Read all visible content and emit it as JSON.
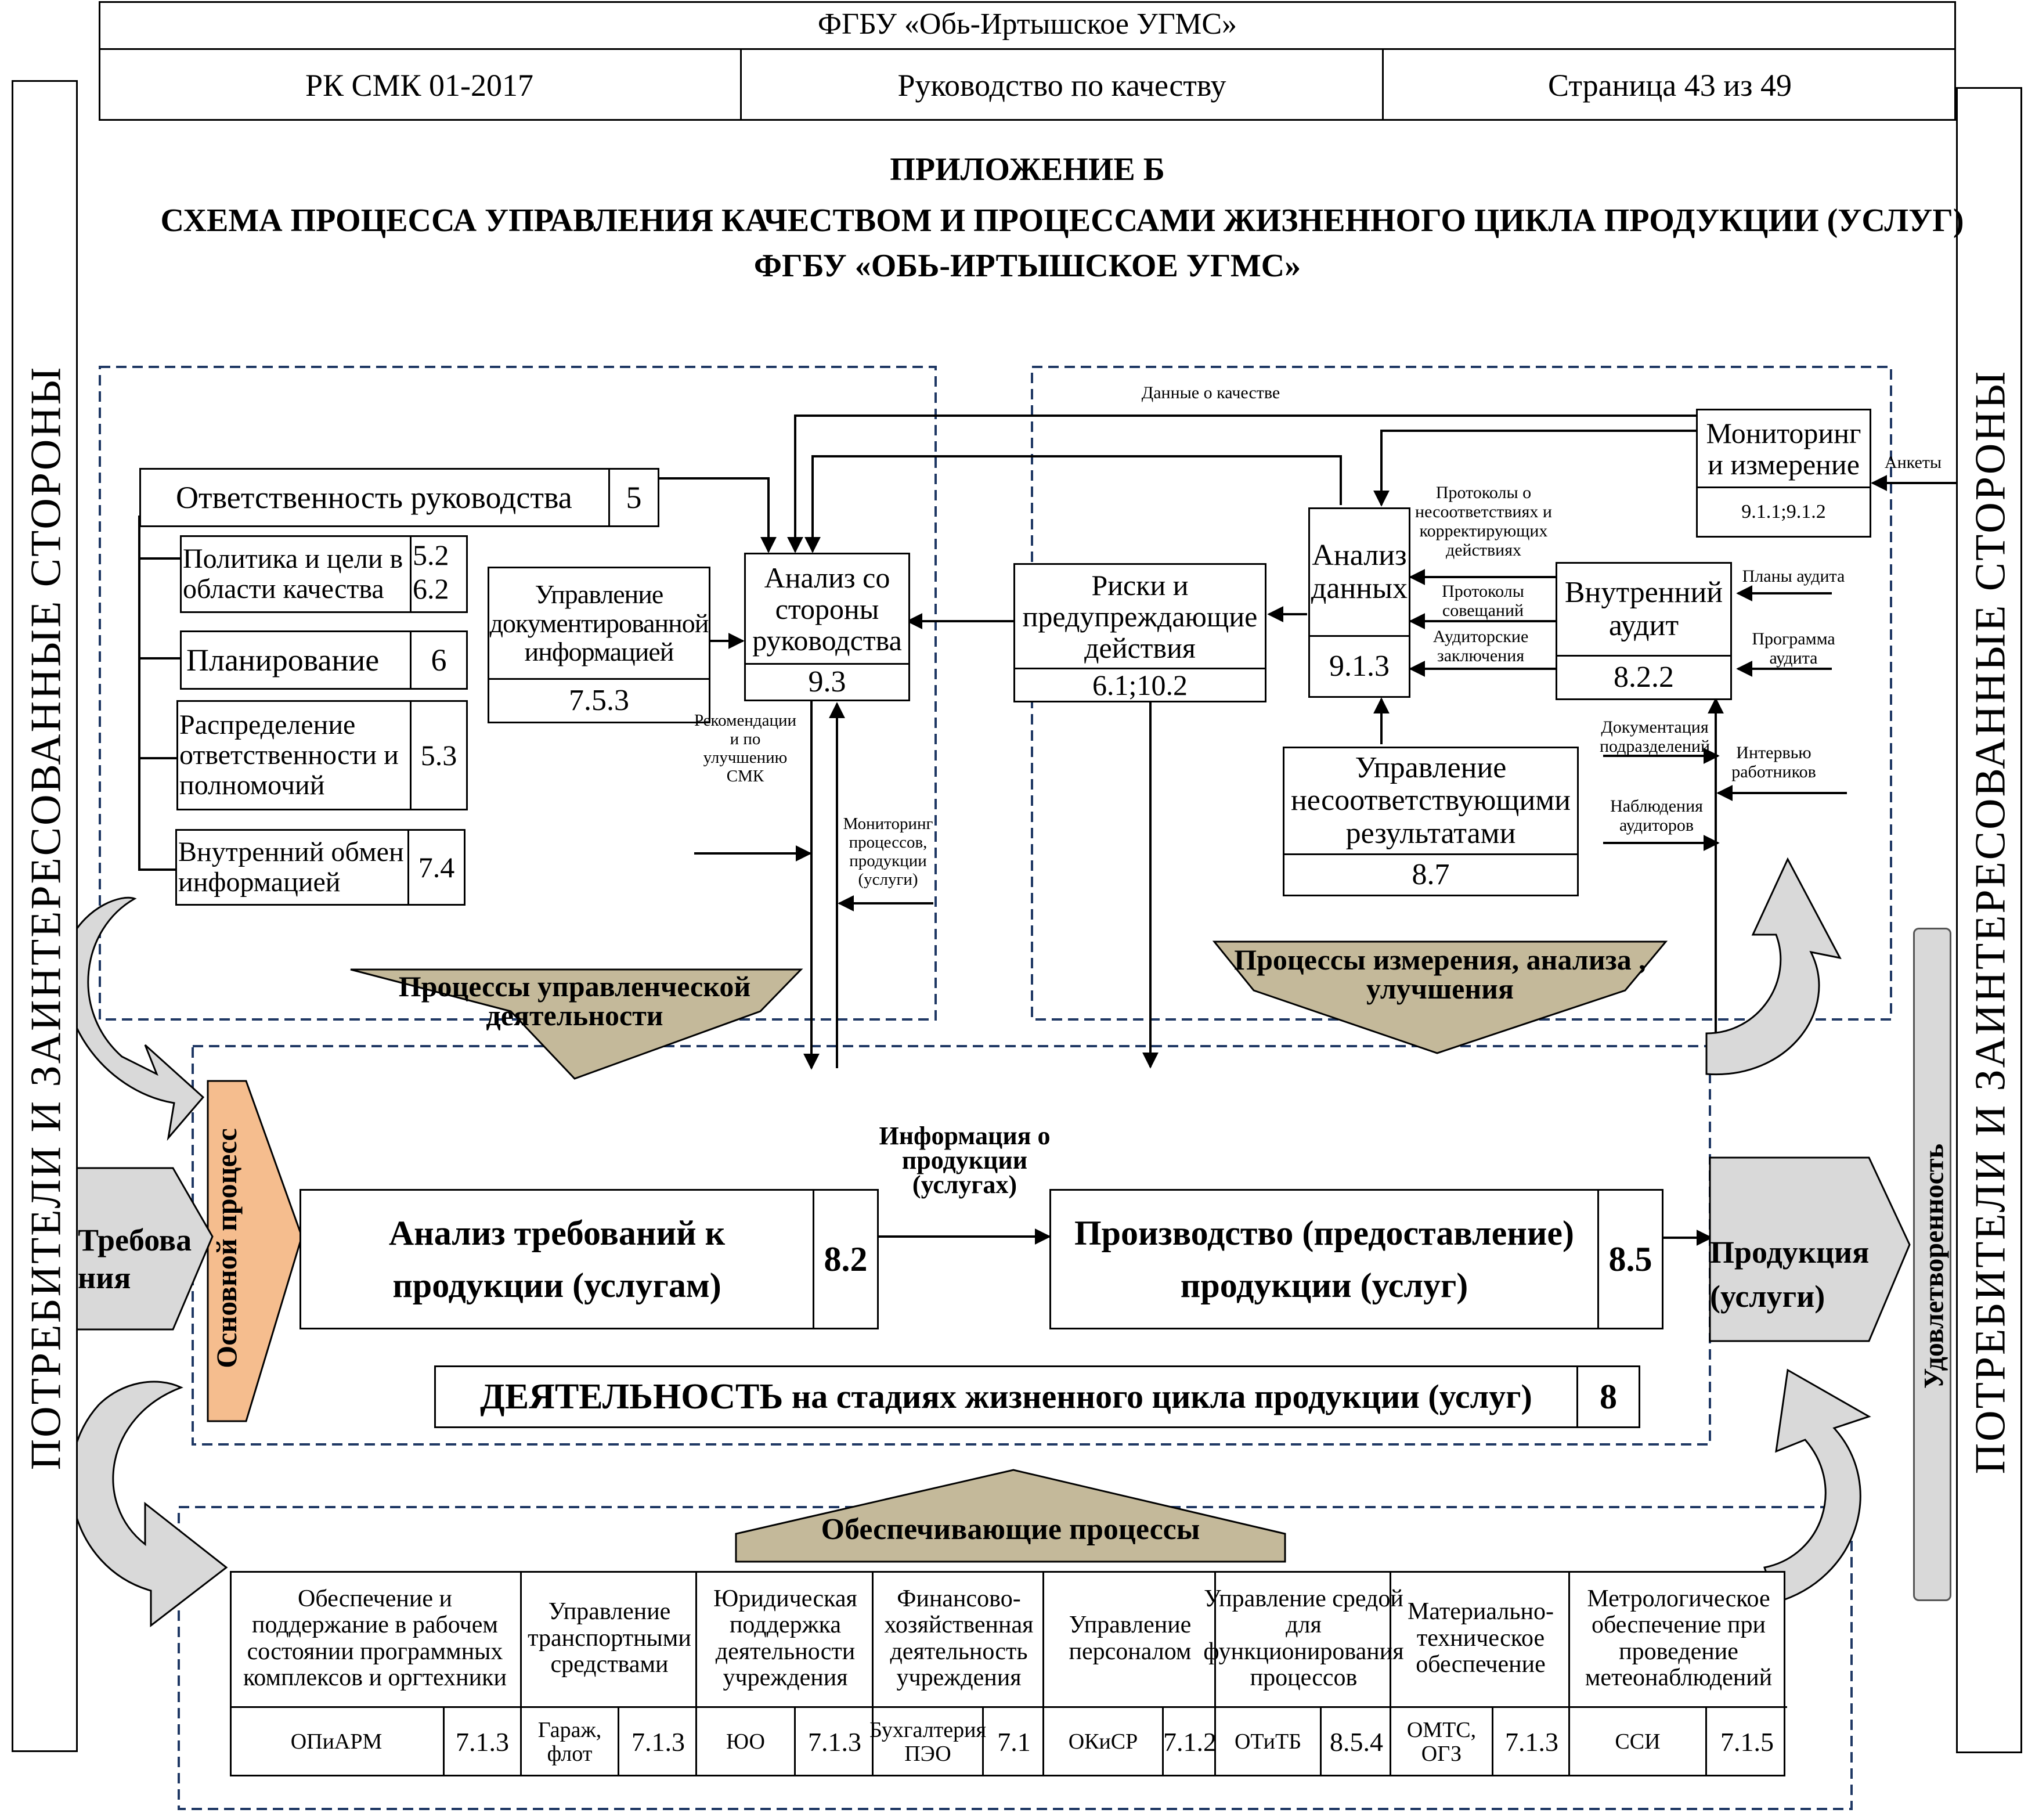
{
  "header": {
    "org": "ФГБУ «Обь-Иртышское УГМС»",
    "doc_code": "РК СМК 01-2017",
    "doc_name": "Руководство по качеству",
    "page": "Страница 43 из 49"
  },
  "title": {
    "line1": "ПРИЛОЖЕНИЕ Б",
    "line2": "СХЕМА ПРОЦЕССА УПРАВЛЕНИЯ КАЧЕСТВОМ И ПРОЦЕССАМИ ЖИЗНЕННОГО ЦИКЛА ПРОДУКЦИИ (УСЛУГ)",
    "line3": "ФГБУ «ОБЬ-ИРТЫШСКОЕ УГМС»"
  },
  "side": {
    "left": "ПОТРЕБИТЕЛИ И ЗАИНТЕРЕСОВАННЫЕ СТОРОНЫ",
    "right": "ПОТРЕБИТЕЛИ И ЗАИНТЕРЕСОВАННЫЕ СТОРОНЫ",
    "satisfaction": "Удовлетворенность"
  },
  "management": {
    "responsibility": {
      "label": "Ответственность  руководства",
      "num": "5"
    },
    "policy": {
      "label": "Политика и цели в области качества",
      "num1": "5.2",
      "num2": "6.2"
    },
    "planning": {
      "label": "Планирование",
      "num": "6"
    },
    "distribution": {
      "label": "Распределение ответственности и полномочий",
      "num": "5.3"
    },
    "internal_exchange": {
      "label": "Внутренний обмен информацией",
      "num": "7.4"
    },
    "doc_control": {
      "label": "Управление документированной информацией",
      "num": "7.5.3"
    },
    "analysis": {
      "label": "Анализ со стороны руководства",
      "num": "9.3"
    },
    "recommendations": "Рекомендации и по улучшению СМК",
    "monitoring_processes": "Мониторинг процессов, продукции (услуги)",
    "banner": "Процессы управленческой деятельности"
  },
  "measurement": {
    "quality_data": "Данные о качестве",
    "monitoring": {
      "label": "Мониторинг и измерение",
      "num": "9.1.1;9.1.2"
    },
    "surveys": "Анкеты",
    "protocols_nc": "Протоколы о несоответствиях и корректирующих действиях",
    "data_analysis": {
      "label": "Анализ данных",
      "num": "9.1.3"
    },
    "risks": {
      "label": "Риски и предупреждающие действия",
      "num": "6.1;10.2"
    },
    "meeting_protocols": "Протоколы совещаний",
    "audit_conclusions": "Аудиторские заключения",
    "internal_audit": {
      "label": "Внутренний аудит",
      "num": "8.2.2"
    },
    "audit_plans": "Планы аудита",
    "audit_program": "Программа аудита",
    "dept_docs": "Документация подразделений",
    "interviews": "Интервью работников",
    "observations": "Наблюдения аудиторов",
    "nonconforming": {
      "label": "Управление несоответствующими результатами",
      "num": "8.7"
    },
    "banner": "Процессы измерения, анализа , улучшения"
  },
  "core": {
    "main_process": "Основной процесс",
    "requirements": "Требования",
    "req_analysis": {
      "label": "Анализ требований к продукции (услугам)",
      "num": "8.2"
    },
    "product_info": "Информация о продукции (услугах)",
    "production": {
      "label": "Производство (предоставление) продукции (услуг)",
      "num": "8.5"
    },
    "products": "Продукция (услуги)",
    "activity": {
      "label_bold": "ДЕЯТЕЛЬНОСТЬ",
      "label_rest": " на стадиях жизненного цикла продукции (услуг)",
      "num": "8"
    }
  },
  "support": {
    "banner": "Обеспечивающие процессы",
    "items": [
      {
        "title": "Обеспечение и поддержание в рабочем состоянии программных комплексов и оргтехники",
        "unit": "ОПиАРМ",
        "num": "7.1.3"
      },
      {
        "title": "Управление транспортными средствами",
        "unit": "Гараж, флот",
        "num": "7.1.3"
      },
      {
        "title": "Юридическая поддержка деятельности учреждения",
        "unit": "ЮО",
        "num": "7.1.3"
      },
      {
        "title": "Финансово-хозяйственная деятельность учреждения",
        "unit": "Бухгалтерия ПЭО",
        "num": "7.1"
      },
      {
        "title": "Управление персоналом",
        "unit": "ОКиСР",
        "num": "7.1.2"
      },
      {
        "title": "Управление средой для функционирования процессов",
        "unit": "ОТиТБ",
        "num": "8.5.4"
      },
      {
        "title": "Материально-техническое обеспечение",
        "unit": "ОМТС, ОГЗ",
        "num": "7.1.3"
      },
      {
        "title": "Метрологическое обеспечение при проведение метеонаблюдений",
        "unit": "ССИ",
        "num": "7.1.5"
      }
    ]
  },
  "colors": {
    "banner": "#c4b99a",
    "main_process": "#f5bd8e",
    "grey_arrow": "#d9d9d9",
    "dashed": "#1f3864"
  }
}
